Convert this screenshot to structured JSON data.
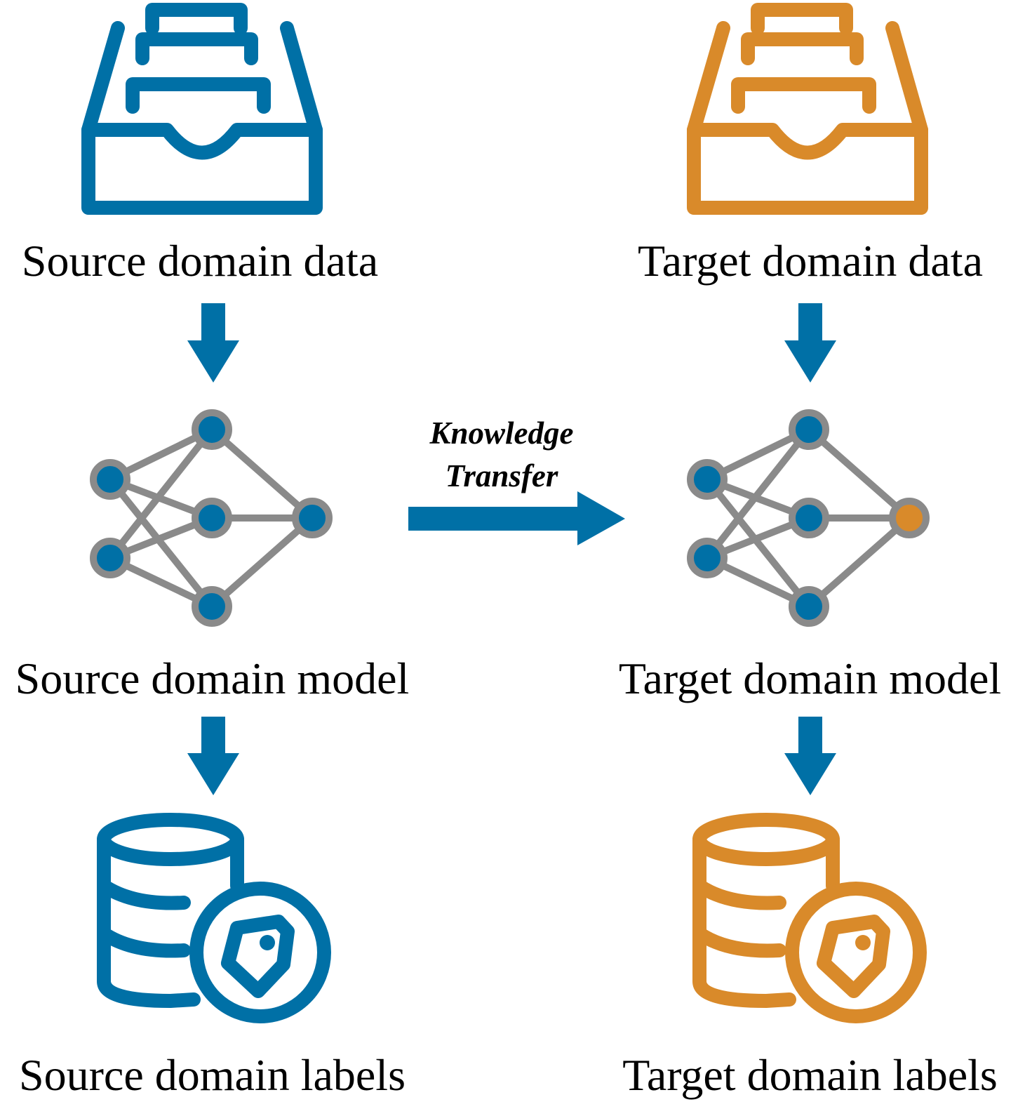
{
  "colors": {
    "source": "#0070A6",
    "target": "#D98A2A",
    "arrow": "#0070A6",
    "network_edge": "#8A8A8A",
    "text": "#000000"
  },
  "labels": {
    "source_data": "Source domain data",
    "target_data": "Target domain data",
    "source_model": "Source domain model",
    "target_model": "Target domain model",
    "source_labels": "Source domain labels",
    "target_labels": "Target domain labels"
  },
  "transfer": {
    "line1": "Knowledge",
    "line2": "Transfer"
  },
  "icons": {
    "data": "inbox-tray-icon",
    "model": "neural-network-icon",
    "labels": "database-tag-icon"
  }
}
